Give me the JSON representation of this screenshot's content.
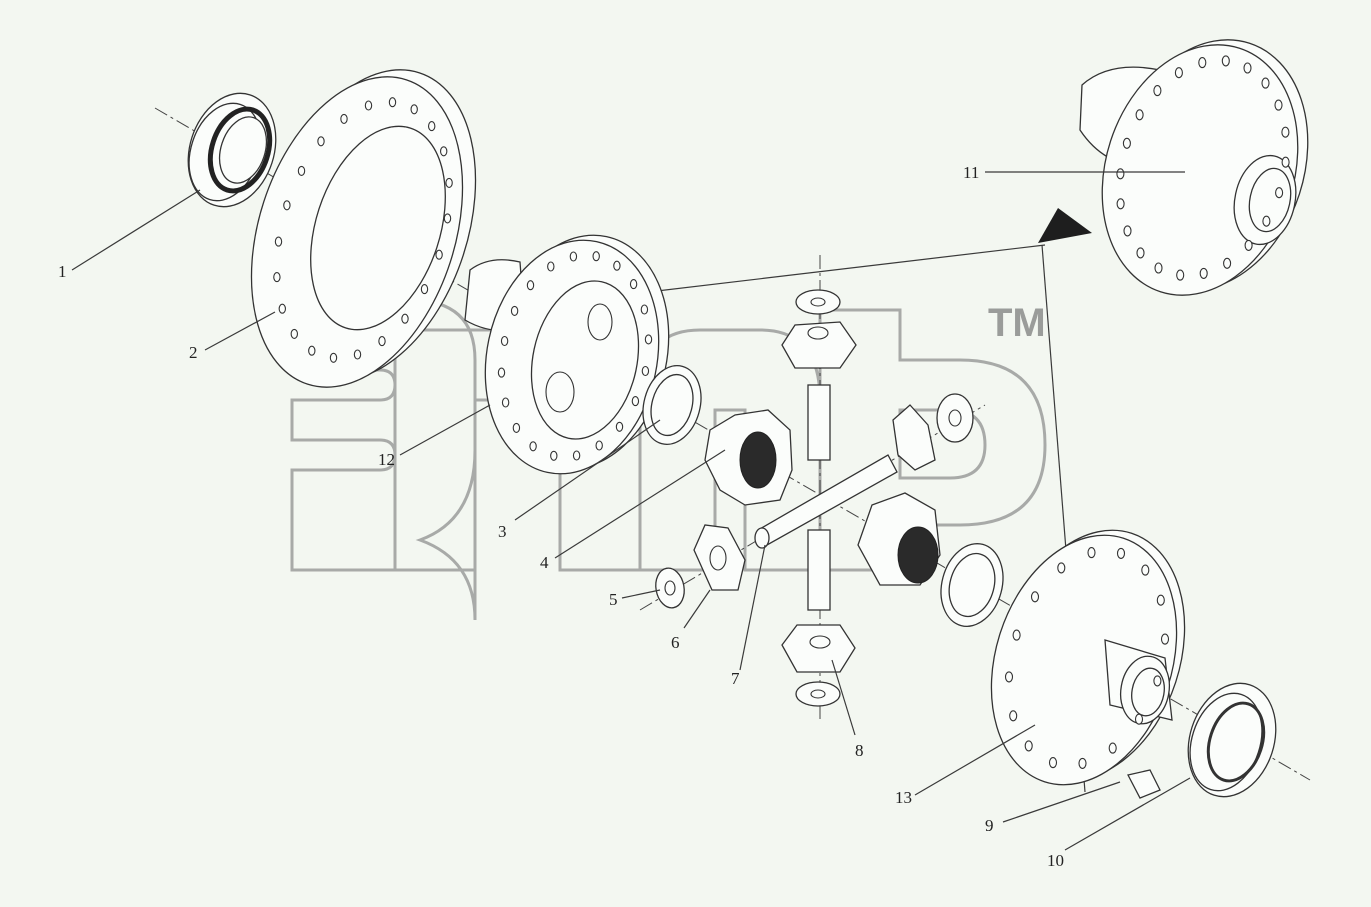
{
  "watermark": {
    "trademark": "TM"
  },
  "labels": [
    "1",
    "2",
    "3",
    "4",
    "5",
    "6",
    "7",
    "8",
    "9",
    "10",
    "11",
    "12",
    "13"
  ]
}
